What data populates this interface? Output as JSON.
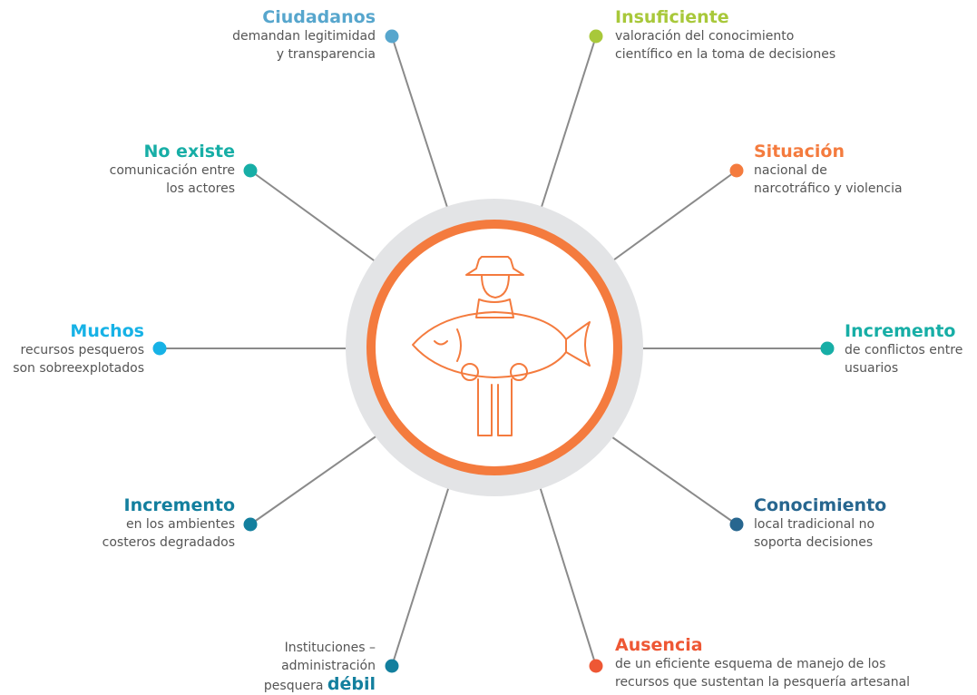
{
  "colors": {
    "orange": "#F47B3E",
    "ring_gray": "#E3E4E6",
    "line_gray": "#8A8A8A",
    "text_gray": "#555555",
    "light_blue": "#57A6CD",
    "lime": "#A8C83A",
    "teal": "#17AEA6",
    "cyan": "#17B2E6",
    "dark_teal": "#137F9E",
    "navy": "#27668F",
    "red_orange": "#EE5734"
  },
  "center_icon": "fisherman-holding-fish-icon",
  "items": {
    "ciudadanos": {
      "heading": "Ciudadanos",
      "text": "demandan legitimidad\ny transparencia",
      "color": "#57A6CD"
    },
    "insuficiente": {
      "heading": "Insuficiente",
      "text": "valoración del conocimiento\ncientífico en la toma de decisiones",
      "color": "#A8C83A"
    },
    "no_existe": {
      "heading": "No existe",
      "text": "comunicación entre\nlos actores",
      "color": "#17AEA6"
    },
    "situacion": {
      "heading": "Situación",
      "text": "nacional de\nnarcotráfico y violencia",
      "color": "#F47B3E"
    },
    "muchos": {
      "heading": "Muchos",
      "text": "recursos pesqueros\nson sobreexplotados",
      "color": "#17B2E6"
    },
    "incremento_conflictos": {
      "heading": "Incremento",
      "text": "de conflictos entre\nusuarios",
      "color": "#17AEA6"
    },
    "incremento_ambientes": {
      "heading": "Incremento",
      "text": "en los ambientes\ncosteros degradados",
      "color": "#137F9E"
    },
    "conocimiento": {
      "heading": "Conocimiento",
      "text": "local tradicional no\nsoporta decisiones",
      "color": "#27668F"
    },
    "instituciones": {
      "text_line1": "Instituciones –",
      "text_line2": "administración",
      "text_line3": "pesquera",
      "heading": "débil",
      "color": "#137F9E"
    },
    "ausencia": {
      "heading": "Ausencia",
      "text": "de un eficiente esquema de manejo de los\nrecursos que sustentan la pesquería artesanal",
      "color": "#EE5734"
    }
  }
}
